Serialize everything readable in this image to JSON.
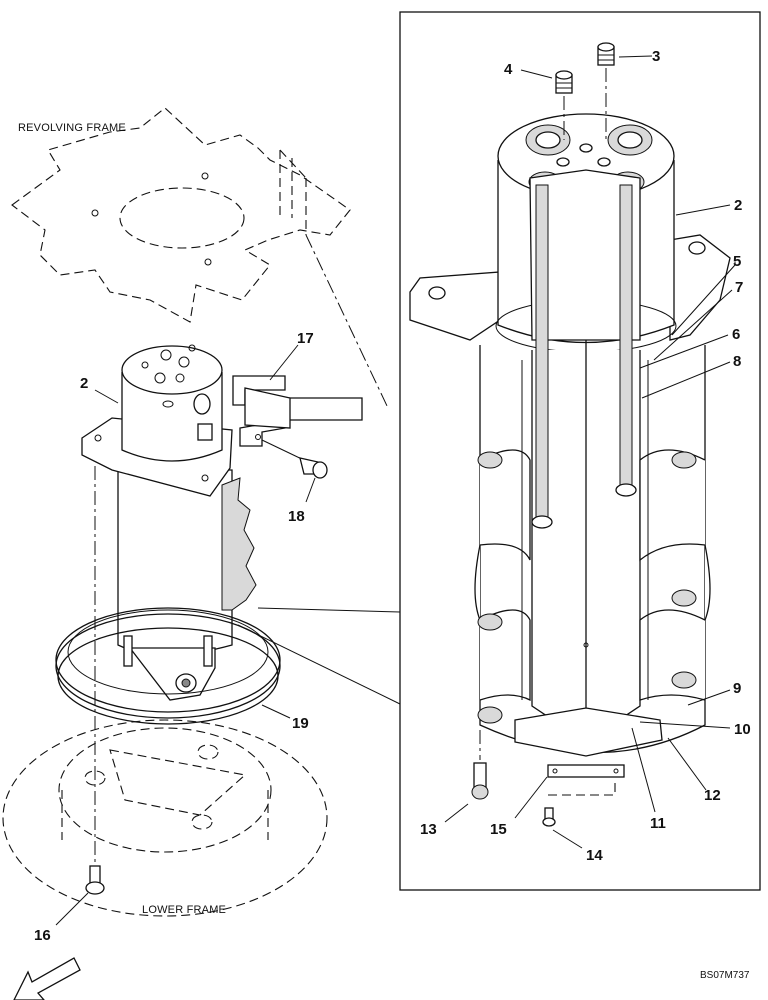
{
  "labels": {
    "revolving_frame": "REVOLVING FRAME",
    "lower_frame": "LOWER FRAME",
    "drawing_code": "BS07M737"
  },
  "callouts": {
    "c2_left": "2",
    "c2_right": "2",
    "c3": "3",
    "c4": "4",
    "c5": "5",
    "c6": "6",
    "c7": "7",
    "c8": "8",
    "c9": "9",
    "c10": "10",
    "c11": "11",
    "c12": "12",
    "c13": "13",
    "c14": "14",
    "c15": "15",
    "c16": "16",
    "c17": "17",
    "c18": "18",
    "c19": "19"
  }
}
